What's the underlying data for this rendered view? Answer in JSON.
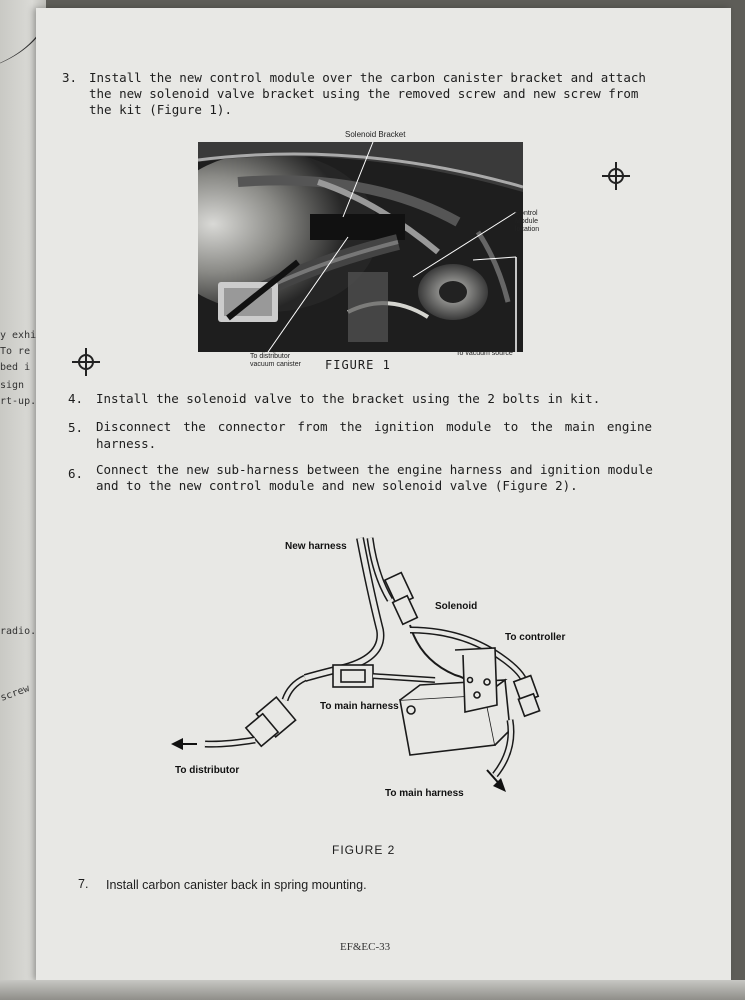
{
  "left_page": {
    "fragments": [
      "y exhi",
      "To re",
      "bed i",
      "sign",
      "rt-up.",
      "radio.",
      "screw"
    ]
  },
  "steps": [
    {
      "num": "3.",
      "lines": [
        "Install the new control module over the carbon canister bracket and attach",
        "the new solenoid valve bracket using the removed screw and new screw from",
        "the kit (Figure 1)."
      ]
    },
    {
      "num": "4.",
      "lines": [
        "Install the solenoid valve to the bracket using the 2 bolts in kit."
      ]
    },
    {
      "num": "5.",
      "lines": [
        "Disconnect the connector from the ignition module to the main engine",
        "harness."
      ]
    },
    {
      "num": "6.",
      "lines": [
        "Connect the new sub-harness between the engine harness and ignition module",
        "and to the new control module and new solenoid valve (Figure 2)."
      ]
    },
    {
      "num": "7.",
      "lines": [
        "Install carbon canister back in spring mounting."
      ]
    }
  ],
  "figure1": {
    "caption": "FIGURE 1",
    "labels": {
      "solenoid_bracket": "Solenoid Bracket",
      "control_module_1": "Control",
      "control_module_2": "Module",
      "control_module_3": "location",
      "distributor_1": "To distributor",
      "distributor_2": "vacuum canister",
      "vacuum_source": "To vacuum source"
    }
  },
  "figure2": {
    "caption": "FIGURE 2",
    "labels": {
      "new_harness": "New harness",
      "solenoid": "Solenoid",
      "to_controller": "To controller",
      "to_main_harness_1": "To main harness",
      "to_distributor": "To distributor",
      "to_main_harness_2": "To main harness"
    }
  },
  "footer": "EF&EC-33"
}
